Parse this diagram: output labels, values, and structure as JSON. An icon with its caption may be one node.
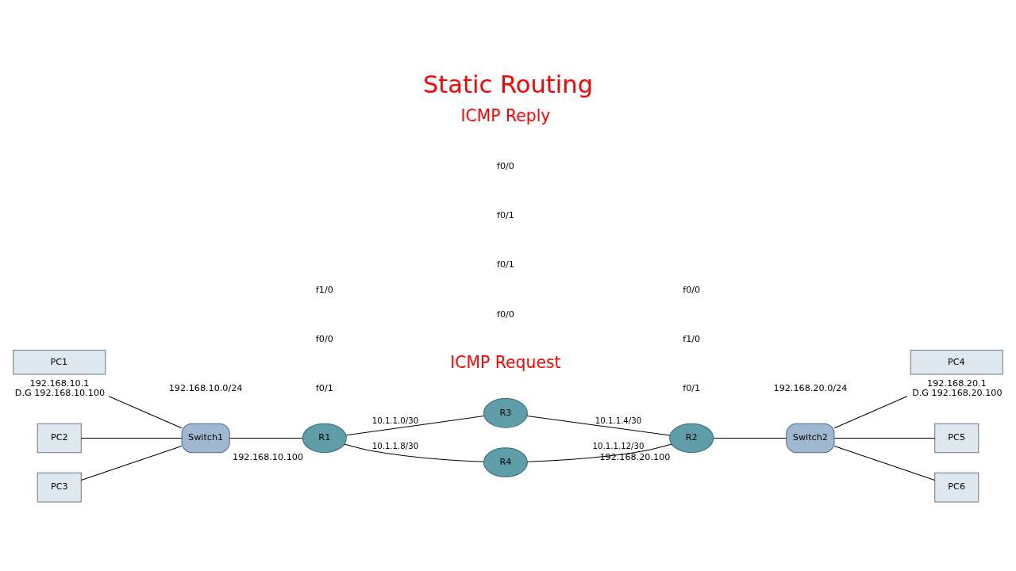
{
  "diagram": {
    "title": "Static Routing",
    "nodes": [
      {
        "text": [
          "Switch1"
        ]
      },
      {
        "text": [
          "R1"
        ],
        "beside": [
          "192.168.10.100"
        ]
      },
      {
        "text": [
          "R3"
        ]
      },
      {
        "text": [
          "R4"
        ]
      },
      {
        "text": [
          "R2"
        ],
        "beside": [
          "192.168.20.100"
        ]
      },
      {
        "text": [
          "Switch2"
        ]
      },
      {
        "text": [
          "PC1"
        ],
        "beside": [
          "192.168.10.1",
          "D.G 192.168.10.100"
        ]
      },
      {
        "text": [
          "PC2"
        ]
      },
      {
        "text": [
          "PC3"
        ]
      },
      {
        "text": [
          "PC4"
        ],
        "beside": [
          "192.168.20.1",
          "D.G 192.168.20.100"
        ]
      },
      {
        "text": [
          "PC5"
        ]
      },
      {
        "text": [
          "PC6"
        ]
      }
    ],
    "edges": [
      {
        "from": 0,
        "to": 1,
        "arrow": "none"
      },
      {
        "from": 1,
        "to": 2,
        "arrow": "none",
        "label": "10.1.1.0/30"
      },
      {
        "from": 2,
        "to": 4,
        "arrow": "none",
        "label": "10.1.1.4/30"
      },
      {
        "from": 1,
        "to": 3,
        "arrow": "none",
        "label": "10.1.1.8/30"
      },
      {
        "from": 3,
        "to": 4,
        "arrow": "none",
        "label": "10.1.1.12/30"
      },
      {
        "from": 4,
        "to": 5,
        "arrow": "none"
      },
      {
        "from": 0,
        "to": 6,
        "arrow": "none"
      },
      {
        "from": 0,
        "to": 7,
        "arrow": "none"
      },
      {
        "from": 0,
        "to": 8,
        "arrow": "none"
      },
      {
        "from": 5,
        "to": 9,
        "arrow": "none"
      },
      {
        "from": 5,
        "to": 10,
        "arrow": "none"
      },
      {
        "from": 5,
        "to": 11,
        "arrow": "none"
      }
    ],
    "labels": [
      "ICMP Request",
      "f0/0",
      "f0/1",
      "192.168.10.0/24",
      "192.168.20.0/24",
      "f0/1",
      "f0/1",
      "f0/0",
      "f1/0",
      "f1/0",
      "f0/0",
      "f0/1",
      "f0/0",
      "ICMP Reply"
    ]
  }
}
